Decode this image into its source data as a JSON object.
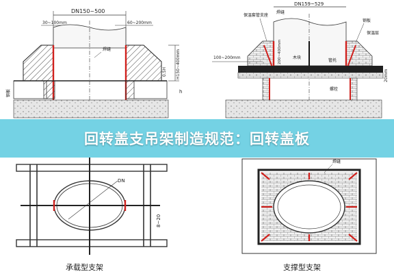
{
  "banner": {
    "title": "回转盖支吊架制造规范：回转盖板"
  },
  "left_section": {
    "dim_top": "DN150~500",
    "dim_left": "30~100mm",
    "dim_right": "60~200mm",
    "label_weld": "焊缝",
    "dim_h1": "0.5H",
    "dim_h2": "H150~400mm",
    "dim_h3": "h",
    "label_side": "钢板"
  },
  "right_section": {
    "dim_top": "DN159~529",
    "label_pipe_support": "保温套管支座",
    "label_weld": "焊缝",
    "label_plate": "钢板",
    "label_insul": "保温层",
    "dim_left": "100~200mm",
    "dim_v": "200~400mm",
    "label_wood": "木块",
    "label_pipe": "管托",
    "dim_right": "20mm",
    "label_bolt": "螺栓"
  },
  "bottom_left": {
    "label_dn": "DN",
    "dim_side": "8~20",
    "caption": "承载型支架"
  },
  "bottom_right": {
    "label_weld": "焊缝",
    "caption": "支撑型支架"
  },
  "colors": {
    "banner": "#56c8de",
    "red_plate": "#d0201c",
    "line": "#333333"
  }
}
